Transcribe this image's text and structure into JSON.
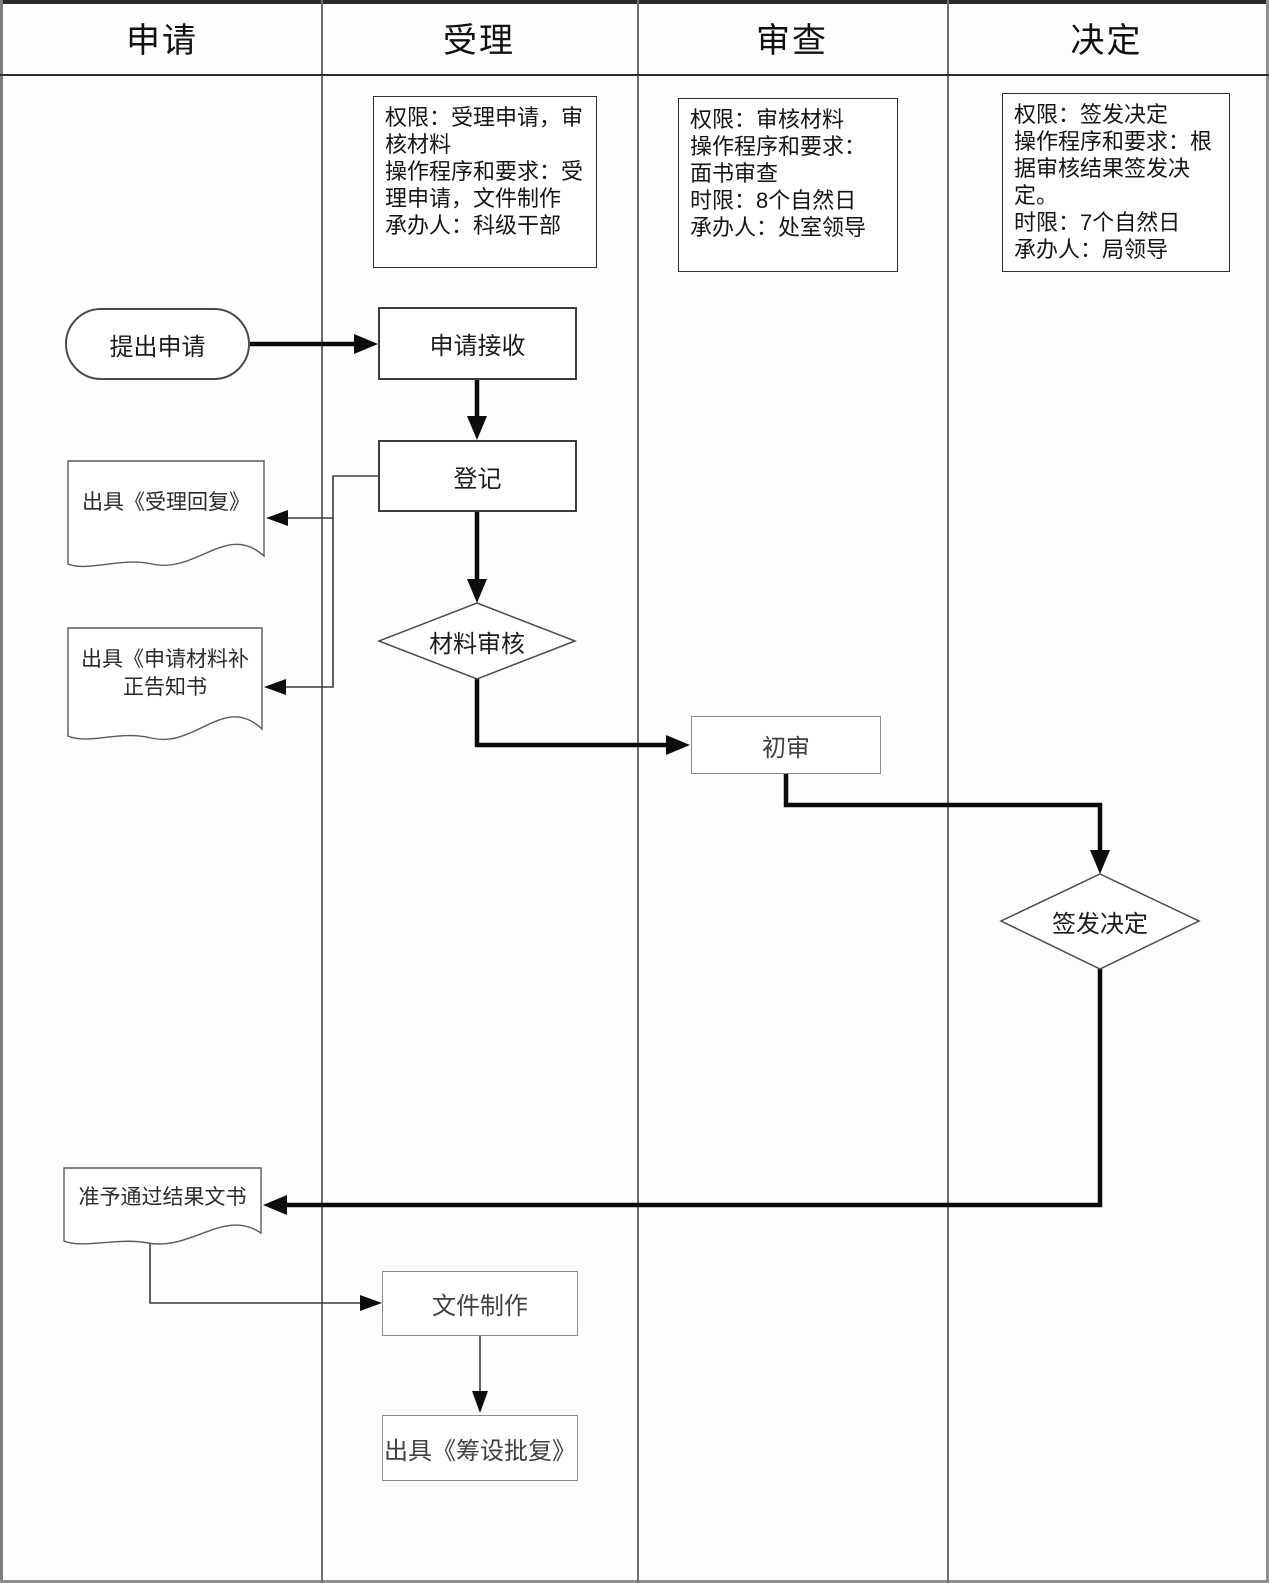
{
  "header": {
    "lanes": [
      "申请",
      "受理",
      "审查",
      "决定"
    ]
  },
  "notes": {
    "shouli": {
      "lines": [
        "权限：受理申请，审核材料",
        "操作程序和要求：受理申请，文件制作",
        "承办人：科级干部"
      ]
    },
    "shencha": {
      "lines": [
        "权限：审核材料",
        "操作程序和要求：面书审查",
        "时限：8个自然日",
        "承办人：处室领导"
      ]
    },
    "jueding": {
      "lines": [
        "权限：签发决定",
        "操作程序和要求：根据审核结果签发决定。",
        "时限：7个自然日",
        "承办人：局领导"
      ]
    }
  },
  "nodes": {
    "start": "提出申请",
    "receive": "申请接收",
    "register": "登记",
    "material_check": "材料审核",
    "preliminary_review": "初审",
    "sign_decision": "签发决定",
    "doc_reply": "出具《受理回复》",
    "doc_supplement": "出具《申请材料补正告知书",
    "doc_result": "准予通过结果文书",
    "make_document": "文件制作",
    "issue_approval": "出具《筹设批复》"
  },
  "colors": {
    "line_thick": "#0a0a0a",
    "line_thin": "#3d3d3d",
    "border_dark": "#3c3c3c",
    "border_gray": "#8a8a8a",
    "background": "#fdfdfd"
  }
}
